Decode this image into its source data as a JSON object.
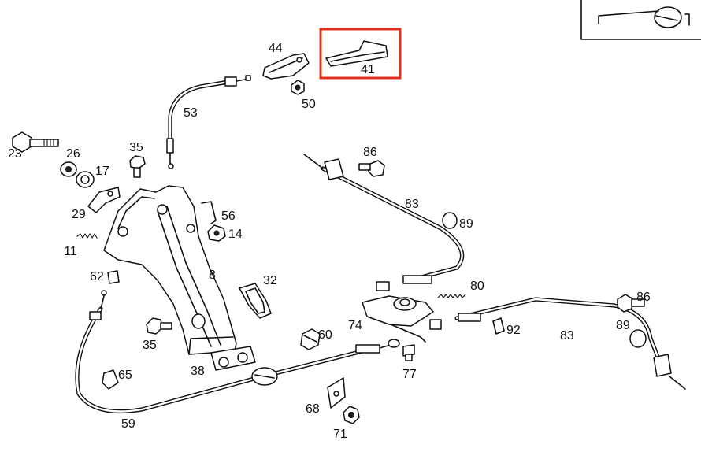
{
  "diagram": {
    "highlight_color": "#e0301e",
    "callouts": [
      {
        "id": "c23",
        "text": "23"
      },
      {
        "id": "c26",
        "text": "26"
      },
      {
        "id": "c17",
        "text": "17"
      },
      {
        "id": "c29",
        "text": "29"
      },
      {
        "id": "c11",
        "text": "11"
      },
      {
        "id": "c35a",
        "text": "35"
      },
      {
        "id": "c44",
        "text": "44"
      },
      {
        "id": "c41",
        "text": "41"
      },
      {
        "id": "c50",
        "text": "50"
      },
      {
        "id": "c53",
        "text": "53"
      },
      {
        "id": "c56",
        "text": "56"
      },
      {
        "id": "c14",
        "text": "14"
      },
      {
        "id": "c8",
        "text": "8"
      },
      {
        "id": "c62",
        "text": "62"
      },
      {
        "id": "c32",
        "text": "32"
      },
      {
        "id": "c35b",
        "text": "35"
      },
      {
        "id": "c38",
        "text": "38"
      },
      {
        "id": "c65",
        "text": "65"
      },
      {
        "id": "c59",
        "text": "59"
      },
      {
        "id": "c60",
        "text": "60"
      },
      {
        "id": "c68",
        "text": "68"
      },
      {
        "id": "c71",
        "text": "71"
      },
      {
        "id": "c77",
        "text": "77"
      },
      {
        "id": "c74",
        "text": "74"
      },
      {
        "id": "c80",
        "text": "80"
      },
      {
        "id": "c86a",
        "text": "86"
      },
      {
        "id": "c83a",
        "text": "83"
      },
      {
        "id": "c89a",
        "text": "89"
      },
      {
        "id": "c92",
        "text": "92"
      },
      {
        "id": "c83b",
        "text": "83"
      },
      {
        "id": "c86b",
        "text": "86"
      },
      {
        "id": "c89b",
        "text": "89"
      }
    ]
  }
}
